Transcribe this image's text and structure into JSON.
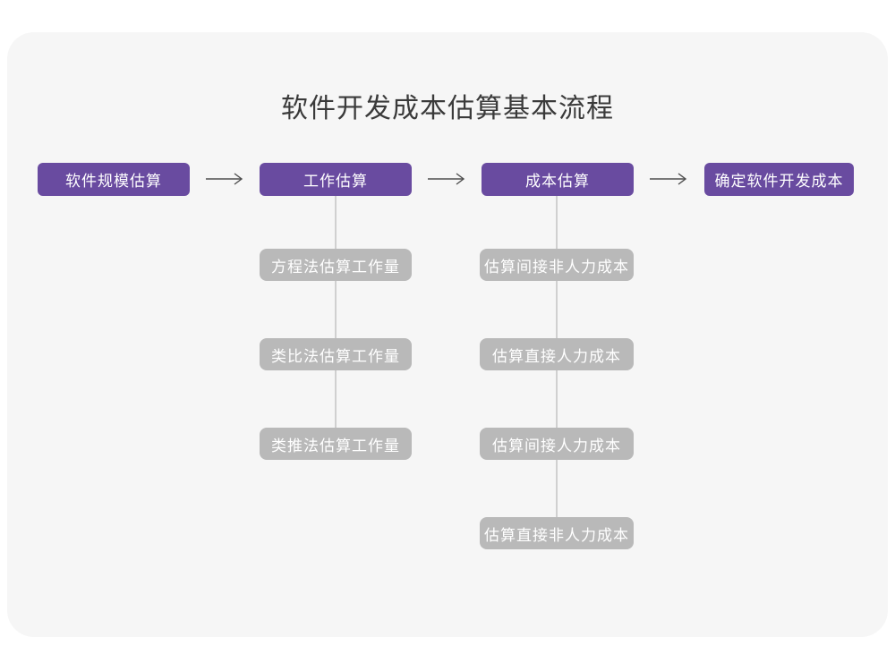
{
  "page": {
    "title": "软件开发成本估算基本流程"
  },
  "colors": {
    "page_bg": "#ffffff",
    "card_bg": "#f6f6f6",
    "primary_purple": "#694ba0",
    "sub_gray": "#b9b9b9",
    "box_text": "#ffffff",
    "title_text": "#3a3a3a",
    "arrow": "#4f4f4f",
    "connector": "#d0d0d0"
  },
  "icons": {
    "arrow_right": "→"
  },
  "flow": {
    "main_steps": [
      {
        "label": "软件规模估算"
      },
      {
        "label": "工作估算"
      },
      {
        "label": "成本估算"
      },
      {
        "label": "确定软件开发成本"
      }
    ],
    "work_estimation_methods": [
      {
        "label": "方程法估算工作量"
      },
      {
        "label": "类比法估算工作量"
      },
      {
        "label": "类推法估算工作量"
      }
    ],
    "cost_estimation_steps": [
      {
        "label": "估算间接非人力成本"
      },
      {
        "label": "估算直接人力成本"
      },
      {
        "label": "估算间接人力成本"
      },
      {
        "label": "估算直接非人力成本"
      }
    ]
  }
}
